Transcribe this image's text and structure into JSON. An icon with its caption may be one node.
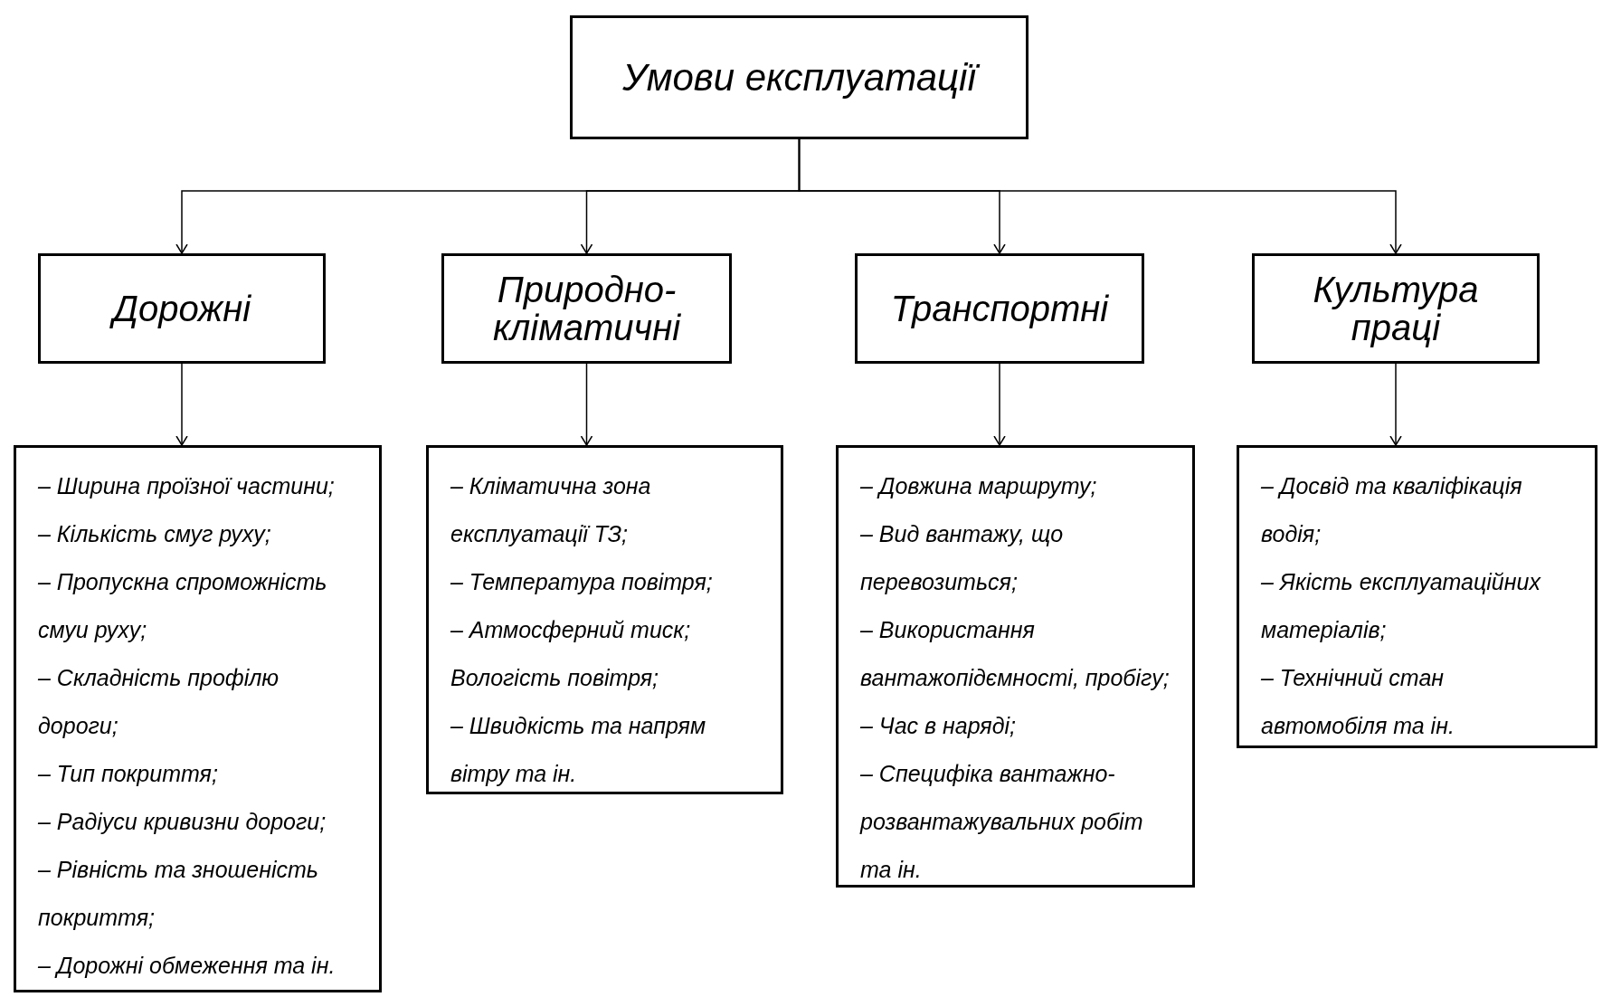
{
  "diagram": {
    "nodes": [
      {
        "text": [
          "Умови експлуатації"
        ]
      },
      {
        "text": [
          "Дорожні"
        ]
      },
      {
        "text": [
          "Природно-кліматичні"
        ]
      },
      {
        "text": [
          "Транспортні"
        ]
      },
      {
        "text": [
          "Культура праці"
        ]
      },
      {
        "text": [
          "– Ширина проїзної частини;",
          "– Кількість смуг руху;",
          "– Пропускна спроможність смуи руху;",
          "– Складність профілю дороги;",
          "– Тип покриття;",
          "– Радіуси кривизни дороги;",
          "– Рівність та зношеність покриття;",
          "– Дорожні обмеження та ін."
        ]
      },
      {
        "text": [
          "– Кліматична зона експлуатації ТЗ;",
          "– Температура повітря;",
          "– Атмосферний тиск;",
          "Вологість повітря;",
          "– Швидкість та напрям вітру та ін."
        ]
      },
      {
        "text": [
          "– Довжина маршруту;",
          "– Вид вантажу, що перевозиться;",
          "– Використання вантажопідємності, пробігу;",
          "– Час в наряді;",
          "– Специфіка вантажно-розвантажувальних робіт та ін."
        ]
      },
      {
        "text": [
          "– Досвід та кваліфікація водія;",
          "– Якість експлуатаційних матеріалів;",
          "– Технічний стан автомобіля та ін."
        ]
      }
    ],
    "edges": [
      {
        "from": 0,
        "to": 1,
        "arrow": "to"
      },
      {
        "from": 0,
        "to": 2,
        "arrow": "to"
      },
      {
        "from": 0,
        "to": 3,
        "arrow": "to"
      },
      {
        "from": 0,
        "to": 4,
        "arrow": "to"
      },
      {
        "from": 1,
        "to": 5,
        "arrow": "to"
      },
      {
        "from": 2,
        "to": 6,
        "arrow": "to"
      },
      {
        "from": 3,
        "to": 7,
        "arrow": "to"
      },
      {
        "from": 4,
        "to": 8,
        "arrow": "to"
      }
    ]
  }
}
